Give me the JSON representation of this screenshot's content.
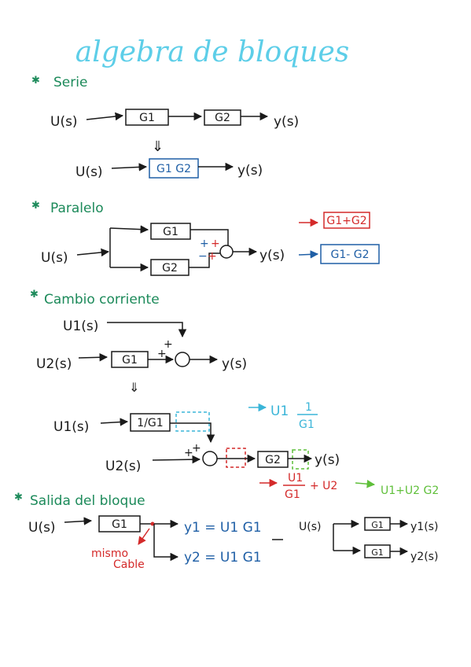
{
  "title": "algebra de bloques",
  "serie": {
    "heading": "Serie",
    "u": "U(s)",
    "g1": "G1",
    "g2": "G2",
    "y": "y(s)",
    "down_arrow": "⇓",
    "u2": "U(s)",
    "g1g2": "G1 G2",
    "y2": "y(s)"
  },
  "paralelo": {
    "heading": "Paralelo",
    "u": "U(s)",
    "g1": "G1",
    "g2": "G2",
    "y": "y(s)",
    "sum_red": "G1+G2",
    "sum_blue": "G1- G2",
    "sign_plus_a": "+",
    "sign_plus_b": "+",
    "sign_minus": "−",
    "sign_plus_c": "+"
  },
  "cambio": {
    "heading": "Cambio corriente",
    "u1": "U1(s)",
    "u2": "U2(s)",
    "g1": "G1",
    "y": "y(s)",
    "sign_top": "+",
    "sign_left": "+",
    "down_arrow": "⇓",
    "u1_b": "U1(s)",
    "inv_g1": "1/G1",
    "u2_b": "U2(s)",
    "g2": "G2",
    "y_b": "y(s)",
    "sign_top_b": "+",
    "sign_left_b": "+",
    "note_u1": "U1",
    "note_frac_num": "1",
    "note_frac_den": "G1",
    "note_red_num": "U1",
    "note_red_den": "G1",
    "note_red_rest": "+ U2",
    "note_lime": "U1+U2 G2"
  },
  "salida": {
    "heading": "Salida del bloque",
    "u": "U(s)",
    "g1": "G1",
    "y1": "y1 = U1 G1",
    "y2": "y2 = U1 G1",
    "note": "mismo",
    "note2": "Cable",
    "u_b": "U(s)",
    "g1_b": "G1",
    "g1_c": "G1",
    "y1_b": "y1(s)",
    "y2_b": "y2(s)"
  },
  "colors": {
    "ink": "#1a1a1a",
    "title": "#4cc9e6",
    "green": "#1c8a5a",
    "blue": "#1f5fa6",
    "red": "#d42a2a",
    "cyan": "#3ab5d8",
    "lime": "#5fbf3a"
  }
}
